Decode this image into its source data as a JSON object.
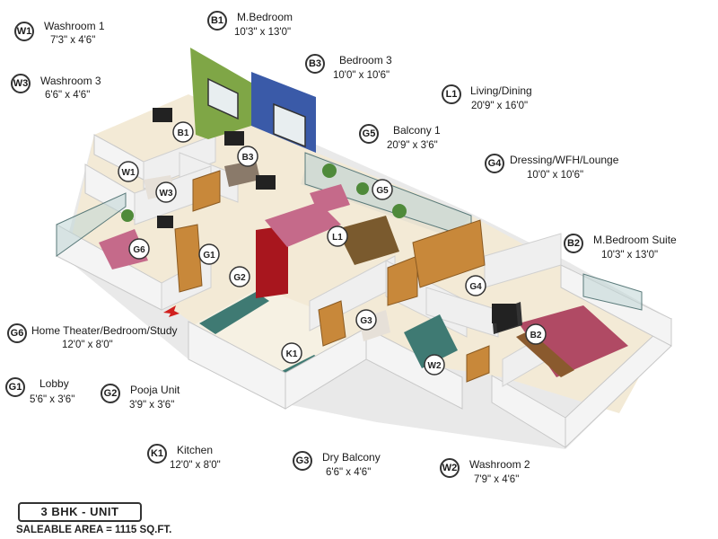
{
  "rooms": [
    {
      "code": "W1",
      "name": "Washroom 1",
      "dims": "7'3\" x 4'6\""
    },
    {
      "code": "W3",
      "name": "Washroom 3",
      "dims": "6'6\" x 4'6\""
    },
    {
      "code": "B1",
      "name": "M.Bedroom",
      "dims": "10'3\" x 13'0\""
    },
    {
      "code": "B3",
      "name": "Bedroom 3",
      "dims": "10'0\" x 10'6\""
    },
    {
      "code": "L1",
      "name": "Living/Dining",
      "dims": "20'9\" x 16'0\""
    },
    {
      "code": "G5",
      "name": "Balcony 1",
      "dims": "20'9\" x 3'6\""
    },
    {
      "code": "G4",
      "name": "Dressing/WFH/Lounge",
      "dims": "10'0\" x 10'6\""
    },
    {
      "code": "B2",
      "name": "M.Bedroom Suite",
      "dims": "10'3\" x 13'0\""
    },
    {
      "code": "G6",
      "name": "Home Theater/Bedroom/Study",
      "dims": "12'0\" x 8'0\""
    },
    {
      "code": "G1",
      "name": "Lobby",
      "dims": "5'6\" x 3'6\""
    },
    {
      "code": "G2",
      "name": "Pooja Unit",
      "dims": "3'9\" x 3'6\""
    },
    {
      "code": "K1",
      "name": "Kitchen",
      "dims": "12'0\" x 8'0\""
    },
    {
      "code": "G3",
      "name": "Dry Balcony",
      "dims": "6'6\" x 4'6\""
    },
    {
      "code": "W2",
      "name": "Washroom 2",
      "dims": "7'9\" x 4'6\""
    }
  ],
  "unit": {
    "type": "3 BHK - UNIT",
    "saleable_area": "SALEABLE AREA = 1115 SQ.FT."
  },
  "colors": {
    "wall": "#f4f4f4",
    "wall_edge": "#c8c8c8",
    "floor": "#f3ead6",
    "wood": "#c8883a",
    "green_wall": "#7fa646",
    "blue_wall": "#3a5aa8",
    "sofa": "#c56a8a",
    "fridge": "#a8161e",
    "glass": "#7aa0a0",
    "tile": "#3f7a73"
  }
}
